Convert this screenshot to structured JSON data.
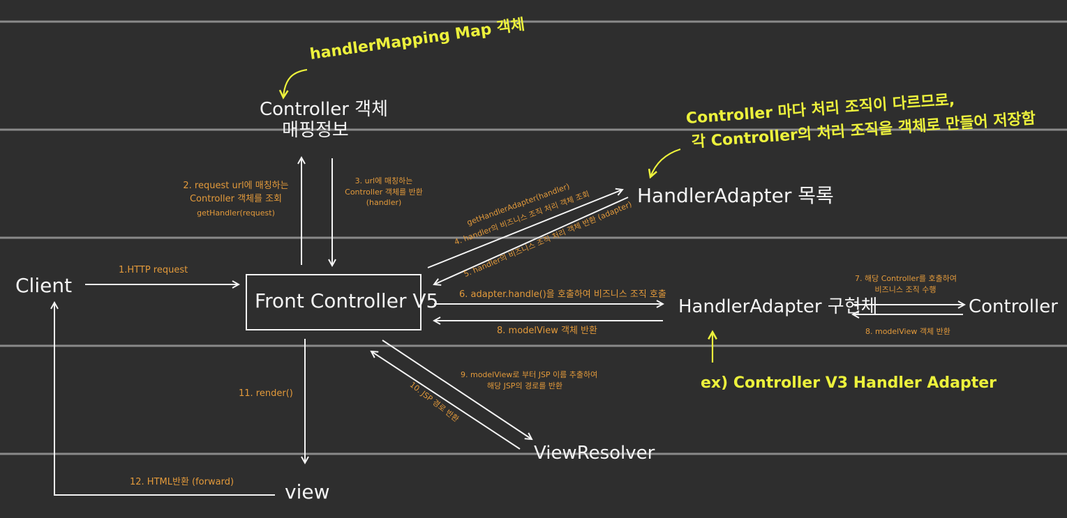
{
  "nodes": {
    "client": "Client",
    "front_controller": "Front Controller V5",
    "handler_mapping_line1": "Controller 객체",
    "handler_mapping_line2": "매핑정보",
    "handler_adapter_list": "HandlerAdapter 목록",
    "handler_adapter_impl": "HandlerAdapter 구현체",
    "controller": "Controller",
    "view_resolver": "ViewResolver",
    "view": "view"
  },
  "steps": {
    "s1": "1.HTTP request",
    "s2_line1": "2. request url에 매칭하는",
    "s2_line2": "Controller 객체를 조회",
    "s2_line3": "getHandler(request)",
    "s3_line1": "3. url에 매칭하는",
    "s3_line2": "Controller 객체를 반환",
    "s3_line3": "(handler)",
    "s4_line1": "getHandlerAdapter(handler)",
    "s4_line2": "4. handler의 비즈니스 조직 처리 객체 조회",
    "s5": "5. handler의 비즈니스 조직 처리 객체 반환 (adapter)",
    "s6": "6. adapter.handle()을 호출하여 비즈니스 조직 호출",
    "s7_line1": "7. 해당 Controller를 호출하여",
    "s7_line2": "비즈니스 조직 수행",
    "s8_left": "8. modelView 객체 반환",
    "s8_right": "8. modelView 객체 반환",
    "s9_line1": "9. modelView로 부터 JSP 이름 추출하여",
    "s9_line2": "해당 JSP의 경로를 반환",
    "s10": "10. JSP 경로 반환",
    "s11": "11. render()",
    "s12": "12. HTML반환 (forward)"
  },
  "notes": {
    "handler_mapping": "handlerMapping Map 객체",
    "adapter_line1": "Controller 마다 처리 조직이 다르므로,",
    "adapter_line2": "각 Controller의 처리 조직을 객체로 만들어 저장함",
    "example": "ex) Controller V3 Handler Adapter"
  },
  "colors": {
    "background": "#2e2e2e",
    "ruled_lines": "#8a8a8a",
    "node_text": "#f4f4f4",
    "step_label": "#e39a3b",
    "annotation": "#ecf13c"
  }
}
